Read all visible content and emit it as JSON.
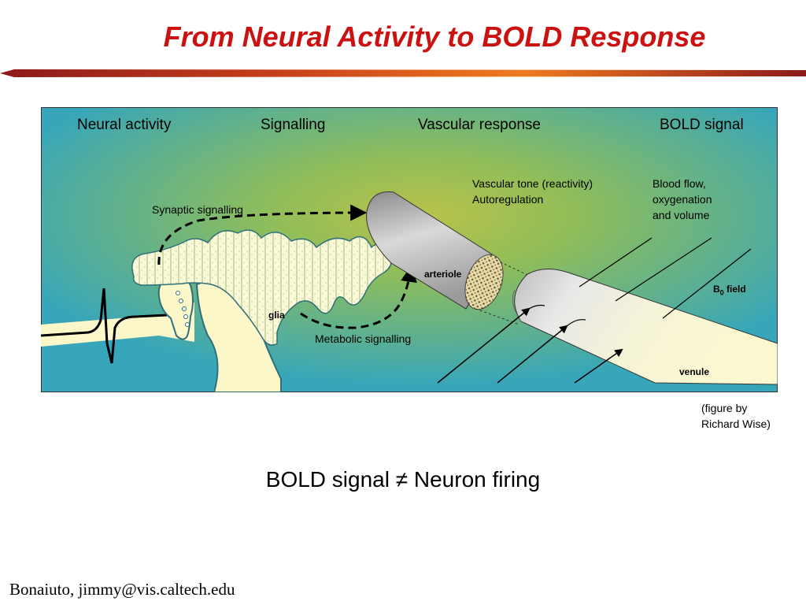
{
  "slide": {
    "title": "From Neural Activity to BOLD Response",
    "caption": "BOLD signal ≠ Neuron firing",
    "footer": "Bonaiuto, jimmy@vis.caltech.edu",
    "accent_color": "#cc1111",
    "rule_colors": [
      "#8b1a1a",
      "#e8641c"
    ]
  },
  "figure": {
    "stage_headers": [
      "Neural activity",
      "Signalling",
      "Vascular response",
      "BOLD signal"
    ],
    "labels": {
      "synaptic": "Synaptic signalling",
      "metabolic": "Metabolic signalling",
      "glia": "glia",
      "arteriole": "arteriole",
      "venule": "venule",
      "b0_main": "B",
      "b0_sub": "0",
      "b0_rest": " field",
      "vascular_tone_1": "Vascular tone (reactivity)",
      "vascular_tone_2": "Autoregulation",
      "blood_flow_1": "Blood flow,",
      "blood_flow_2": "oxygenation",
      "blood_flow_3": "and volume"
    },
    "credit_1": "(figure by",
    "credit_2": "Richard Wise)",
    "background_colors": [
      "#37a6ba",
      "#a9bd4a"
    ]
  }
}
